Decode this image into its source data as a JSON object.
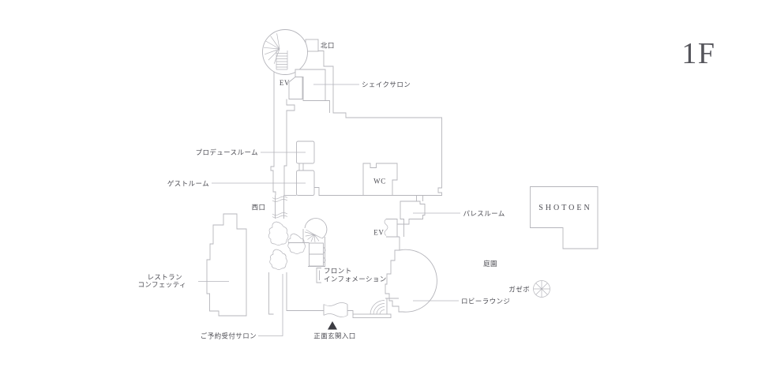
{
  "page": {
    "floor_label": "1F",
    "background": "#ffffff"
  },
  "palette": {
    "wall": "#b5b5bb",
    "label_text": "#4b4b52",
    "floor_text": "#55555b",
    "entrance_marker": "#3c3c42"
  },
  "map": {
    "labels": {
      "north_exit": "北口",
      "ev_upper": "EV",
      "shake_salon": "シェイクサロン",
      "produce_room": "プロデュースルーム",
      "guest_room": "ゲストルーム",
      "west_exit": "西口",
      "wc": "WC",
      "palace_room": "パレスルーム",
      "ev_lower": "EV",
      "front_line1": "フロント",
      "front_line2": "インフォメーション",
      "restaurant_line1": "レストラン",
      "restaurant_line2": "コンフェッティ",
      "reservation_salon": "ご予約受付サロン",
      "main_entrance": "正面玄関入口",
      "garden": "庭園",
      "gazebo": "ガゼボ",
      "lobby_lounge": "ロビーラウンジ",
      "shotoen_annex": "SHOTOEN"
    },
    "icons": {
      "spiral_stair_north": "spiral-staircase-icon",
      "spiral_stair_center": "spiral-staircase-icon",
      "gazebo_icon": "gazebo-icon",
      "entrance_marker": "entrance-triangle-icon"
    }
  }
}
